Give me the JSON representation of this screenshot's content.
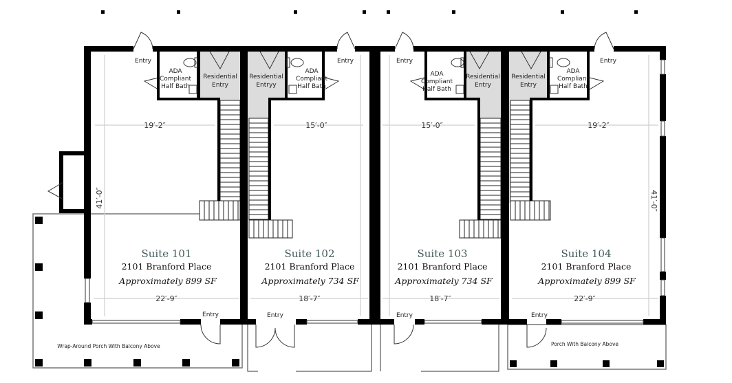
{
  "suites": [
    {
      "name": "Suite 101",
      "address": "2101 Branford Place",
      "area": "Approximately 899 SF",
      "width_top": "19′-2″",
      "width_bottom": "22′-9″",
      "depth": "41′-0″"
    },
    {
      "name": "Suite 102",
      "address": "2101 Branford Place",
      "area": "Approximately 734 SF",
      "width_top": "15′-0″",
      "width_bottom": "18′-7″"
    },
    {
      "name": "Suite 103",
      "address": "2101 Branford Place",
      "area": "Approximately 734 SF",
      "width_top": "15′-0″",
      "width_bottom": "18′-7″"
    },
    {
      "name": "Suite 104",
      "address": "2101 Branford Place",
      "area": "Approximately 899 SF",
      "width_top": "19′-2″",
      "width_bottom": "22′-9″",
      "depth": "41′-0″"
    }
  ],
  "labels": {
    "entry": "Entry",
    "residential_entry": [
      "Residential",
      "Entry"
    ],
    "residential_entryy": [
      "Residential",
      "Entryy"
    ],
    "bath": [
      "ADA",
      "Compliant",
      "Half Bath"
    ],
    "porch_left": "Wrap-Around Porch With Balcony Above",
    "porch_right": "Porch With Balcony Above"
  }
}
